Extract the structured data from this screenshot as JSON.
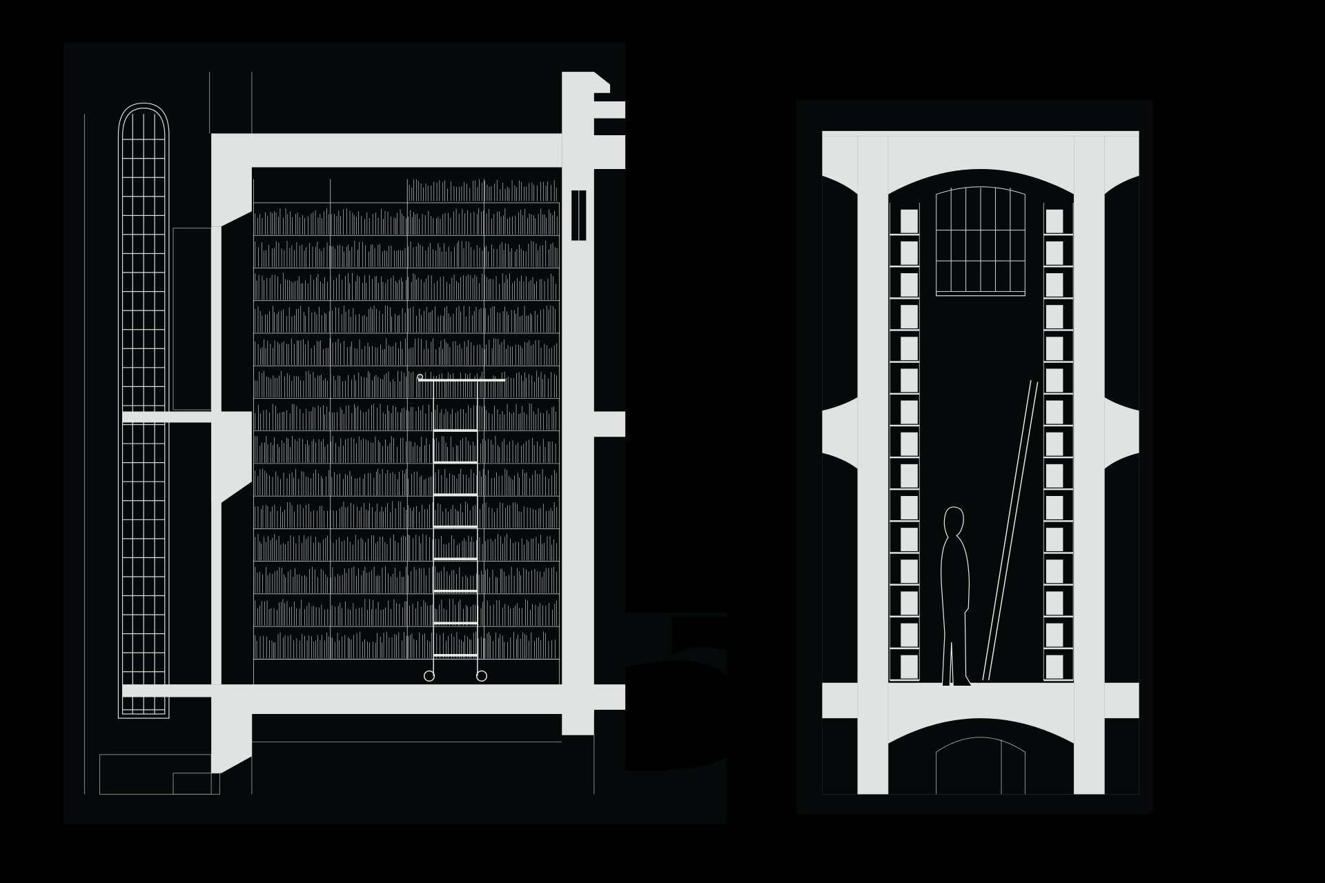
{
  "drawing": {
    "title_text": "",
    "sheets": [
      "longitudinal-section",
      "cross-section"
    ],
    "colors": {
      "background": "#000000",
      "panel": "#05090a",
      "structure": "#e1e3e2",
      "line": "#d8dadb"
    },
    "left_section": {
      "shelf_rows": 14,
      "shelf_bays": 4,
      "ladder_rungs": 8
    },
    "right_section": {
      "shelf_rows": 15,
      "window_panes_cols": 6,
      "window_panes_rows": 3
    }
  }
}
